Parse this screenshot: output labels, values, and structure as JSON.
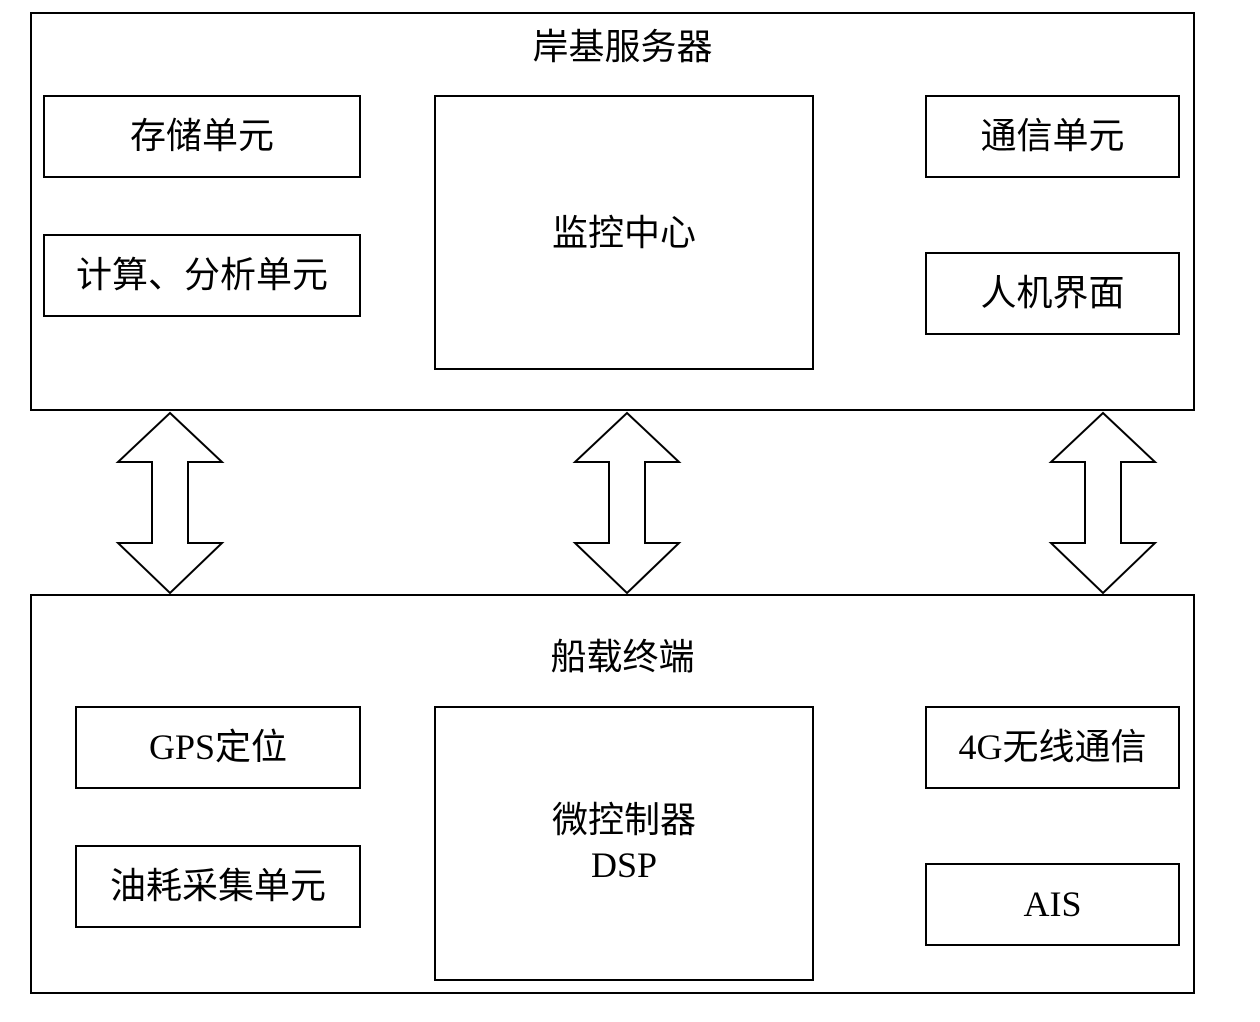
{
  "server": {
    "title": "岸基服务器",
    "storage_unit": "存储单元",
    "compute_unit": "计算、分析单元",
    "monitor_center": "监控中心",
    "comm_unit": "通信单元",
    "hmi": "人机界面"
  },
  "terminal": {
    "title": "船载终端",
    "gps": "GPS定位",
    "fuel_unit": "油耗采集单元",
    "mcu_line1": "微控制器",
    "mcu_line2": "DSP",
    "wireless": "4G无线通信",
    "ais": "AIS"
  }
}
